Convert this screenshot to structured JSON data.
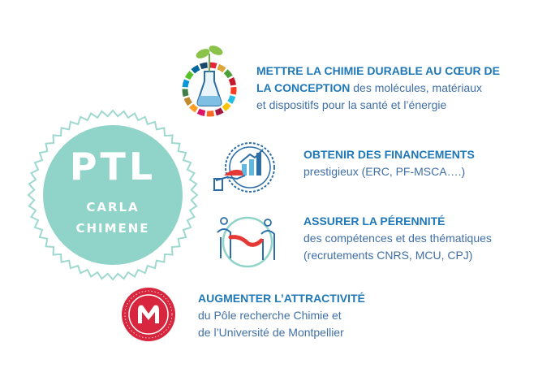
{
  "badge": {
    "title": "PTL",
    "line1": "CARLA",
    "line2": "CHIMENE"
  },
  "items": [
    {
      "heading": "METTRE LA CHIMIE DURABLE AU CŒUR DE",
      "heading2": "LA CONCEPTION",
      "rest1": " des molécules, matériaux",
      "rest2": "et dispositifs pour la santé et l’énergie"
    },
    {
      "heading": "OBTENIR DES FINANCEMENTS",
      "rest1": "prestigieux (ERC, PF-MSCA….)"
    },
    {
      "heading": "ASSURER LA PÉRENNITÉ",
      "rest1": "des compétences et des thématiques",
      "rest2": "(recrutements CNRS, MCU, CPJ)"
    },
    {
      "heading": "AUGMENTER L’ATTRACTIVITÉ",
      "rest1": "du Pôle recherche Chimie et",
      "rest2": "de l’Université de Montpellier"
    }
  ],
  "colors": {
    "badge_fill": "#8fd3c9",
    "badge_ring": "#9ed9cf",
    "heading": "#1f78b8",
    "body": "#3f6fa6",
    "icon_blue": "#2c6ea6",
    "seal_red": "#d7263d"
  },
  "icons": [
    "flask-sdg-icon",
    "funding-chart-icon",
    "handshake-icon",
    "university-seal-icon"
  ]
}
